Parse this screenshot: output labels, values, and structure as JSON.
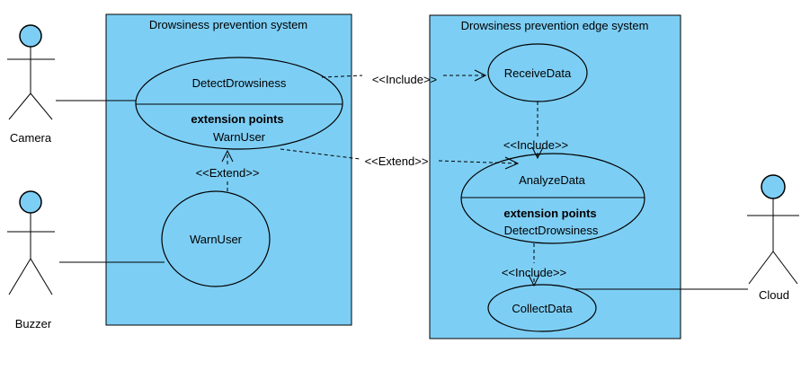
{
  "systems": {
    "left_title": "Drowsiness prevention system",
    "right_title": "Drowsiness prevention edge system"
  },
  "actors": {
    "camera": "Camera",
    "buzzer": "Buzzer",
    "cloud": "Cloud"
  },
  "use_cases": {
    "detect": {
      "name": "DetectDrowsiness",
      "ext_heading": "extension points",
      "ext_point": "WarnUser"
    },
    "warn": {
      "name": "WarnUser"
    },
    "receive": {
      "name": "ReceiveData"
    },
    "analyze": {
      "name": "AnalyzeData",
      "ext_heading": "extension points",
      "ext_point": "DetectDrowsiness"
    },
    "collect": {
      "name": "CollectData"
    }
  },
  "relations": {
    "include_detect_receive": "<<Include>>",
    "include_receive_analyze": "<<Include>>",
    "include_analyze_collect": "<<Include>>",
    "extend_detect_analyze": "<<Extend>>",
    "extend_warn_detect": "<<Extend>>"
  }
}
